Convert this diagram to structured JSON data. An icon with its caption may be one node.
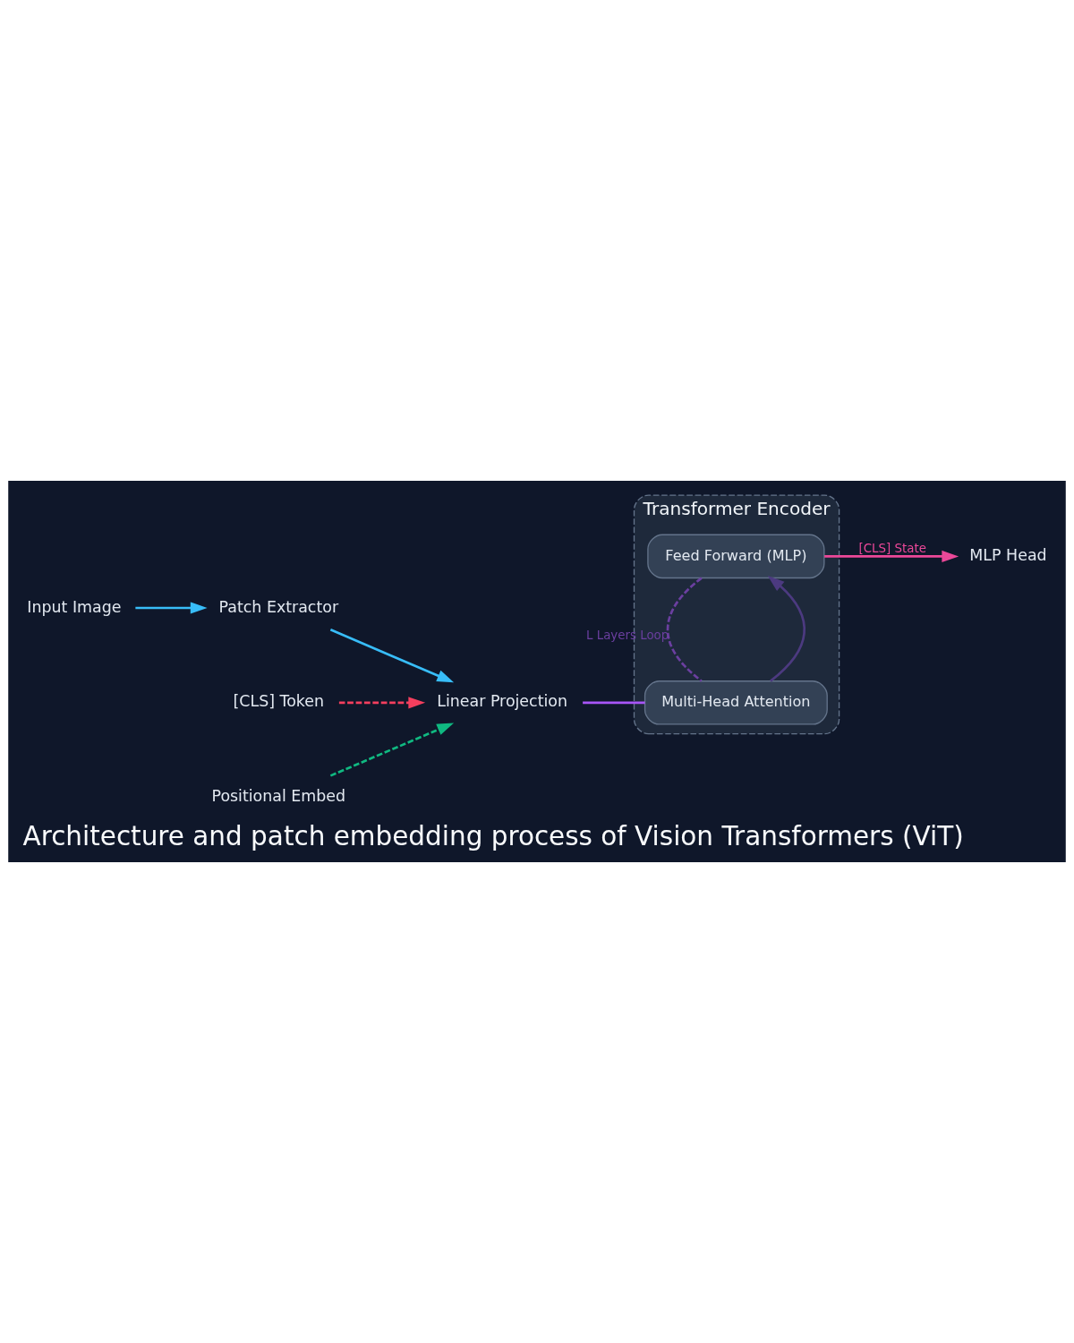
{
  "diagram": {
    "title": "Architecture and patch embedding process of Vision Transformers (ViT)",
    "nodes": [
      {
        "text": [
          "Input Image"
        ]
      },
      {
        "text": [
          "Patch Extractor"
        ]
      },
      {
        "text": [
          "[CLS] Token"
        ]
      },
      {
        "text": [
          "Linear Projection"
        ]
      },
      {
        "text": [
          "Positional Embed"
        ]
      },
      {
        "text": [
          "Transformer Encoder"
        ]
      },
      {
        "text": [
          "Multi-Head Attention"
        ],
        "in": 5
      },
      {
        "text": [
          "Feed Forward (MLP)"
        ],
        "in": 5
      },
      {
        "text": [
          "MLP Head"
        ]
      }
    ],
    "edges": [
      {
        "from": 0,
        "to": 1,
        "arrow": "to",
        "color": "#38bdf8"
      },
      {
        "from": 1,
        "to": 3,
        "arrow": "to",
        "color": "#38bdf8"
      },
      {
        "from": 2,
        "to": 3,
        "arrow": "to",
        "style": "dashed",
        "color": "#f43f5e"
      },
      {
        "from": 4,
        "to": 3,
        "arrow": "to",
        "style": "dashed",
        "color": "#10b981"
      },
      {
        "from": 3,
        "to": 6,
        "arrow": "none",
        "color": "#a855f7"
      },
      {
        "from": 6,
        "to": 7,
        "arrow": "to",
        "color": "#4c3a80"
      },
      {
        "from": 7,
        "to": 6,
        "arrow": "none",
        "style": "dashed",
        "color": "#6b3fa0",
        "label": "L Layers Loop"
      },
      {
        "from": 7,
        "to": 8,
        "arrow": "to",
        "label": "[CLS] State",
        "color": "#ec4899"
      }
    ]
  }
}
